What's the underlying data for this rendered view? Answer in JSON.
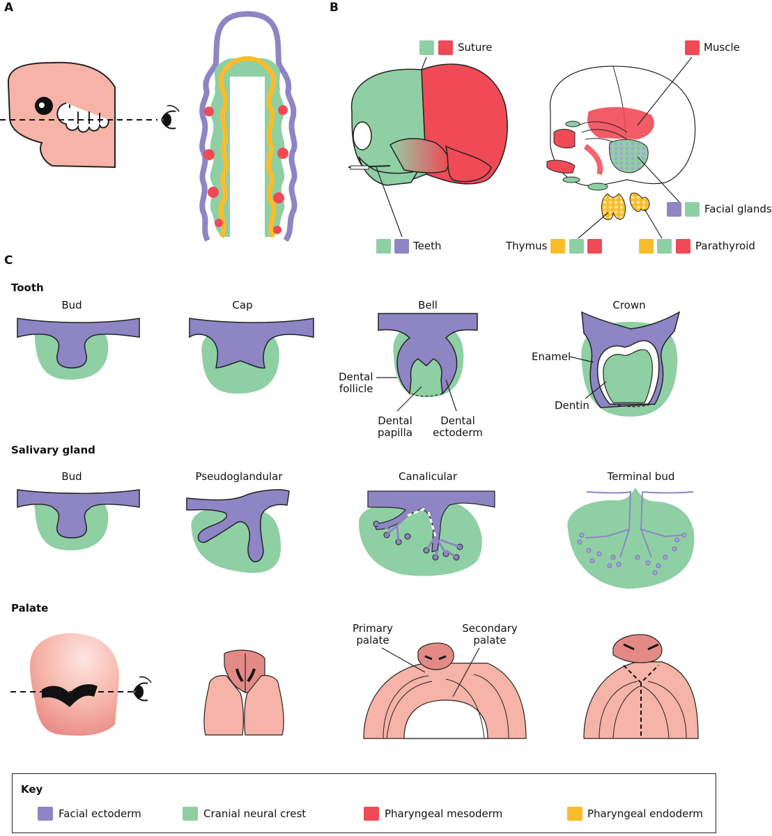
{
  "panels": {
    "a": "A",
    "b": "B",
    "c": "C"
  },
  "panel_b": {
    "suture": "Suture",
    "muscle": "Muscle",
    "teeth": "Teeth",
    "facial_glands": "Facial glands",
    "thymus": "Thymus",
    "parathyroid": "Parathyroid"
  },
  "tooth": {
    "title": "Tooth",
    "stages": [
      "Bud",
      "Cap",
      "Bell",
      "Crown"
    ],
    "labels": {
      "dental_follicle": "Dental\nfollicle",
      "dental_papilla": "Dental\npapilla",
      "dental_ectoderm": "Dental\nectoderm",
      "enamel": "Enamel",
      "dentin": "Dentin"
    }
  },
  "salivary": {
    "title": "Salivary gland",
    "stages": [
      "Bud",
      "Pseudoglandular",
      "Canalicular",
      "Terminal bud"
    ]
  },
  "palate": {
    "title": "Palate",
    "labels": {
      "primary": "Primary\npalate",
      "secondary": "Secondary\npalate"
    }
  },
  "key": {
    "title": "Key",
    "items": [
      {
        "label": "Facial ectoderm",
        "color": "#8d85c4"
      },
      {
        "label": "Cranial neural crest",
        "color": "#8fcfa4"
      },
      {
        "label": "Pharyngeal mesoderm",
        "color": "#ef4a55"
      },
      {
        "label": "Pharyngeal endoderm",
        "color": "#fbbc2a"
      }
    ]
  },
  "colors": {
    "ectoderm": "#8d85c4",
    "neural_crest": "#8fcfa4",
    "mesoderm": "#ef4a55",
    "endoderm": "#fbbc2a",
    "skin": "#f6b3a7"
  }
}
